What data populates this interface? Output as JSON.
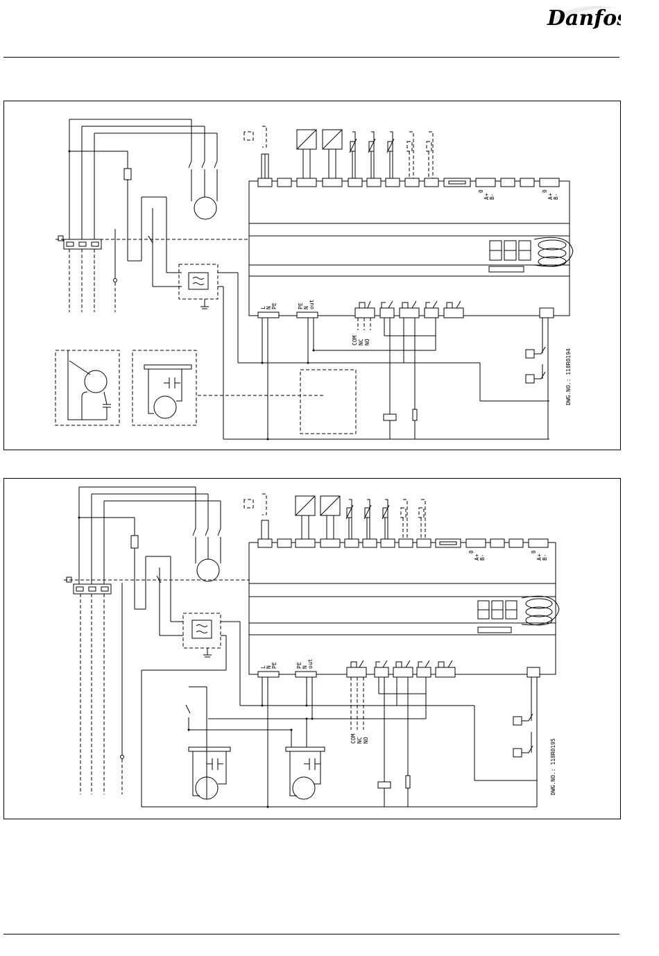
{
  "header": {
    "logo_text": "Danfoss"
  },
  "diagrams": [
    {
      "drawing_number": "DWG.NO.: 118R0194",
      "mains_labels": [
        "L",
        "N",
        "PE"
      ],
      "output_labels": [
        "PE",
        "N",
        "out"
      ],
      "relay_labels": [
        "COM",
        "NC",
        "NO"
      ],
      "bus_labels": [
        "0",
        "A+",
        "B-"
      ]
    },
    {
      "drawing_number": "DWG.NO.: 118R0195",
      "mains_labels": [
        "L",
        "N",
        "PE"
      ],
      "output_labels": [
        "PE",
        "N",
        "out"
      ],
      "relay_labels": [
        "COM",
        "NC",
        "NO"
      ],
      "bus_labels": [
        "0",
        "A+",
        "B-"
      ]
    }
  ]
}
